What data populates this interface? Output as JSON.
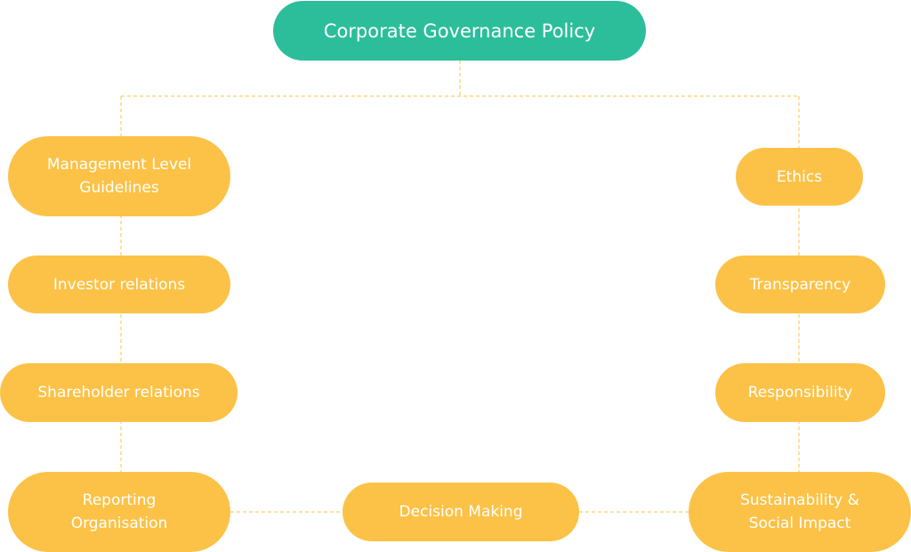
{
  "diagram": {
    "root": {
      "label": "Corporate Governance Policy"
    },
    "left_branch": [
      {
        "label": "Management Level Guidelines"
      },
      {
        "label": "Investor relations"
      },
      {
        "label": "Shareholder relations"
      },
      {
        "label": "Reporting Organisation"
      }
    ],
    "right_branch": [
      {
        "label": "Ethics"
      },
      {
        "label": "Transparency"
      },
      {
        "label": "Responsibility"
      },
      {
        "label": "Sustainability & Social Impact"
      }
    ],
    "bottom_center": {
      "label": "Decision Making"
    },
    "colors": {
      "root": "#2CBE9A",
      "node": "#FCC247",
      "connector": "#FCC247",
      "text": "#FFFFFF"
    }
  }
}
